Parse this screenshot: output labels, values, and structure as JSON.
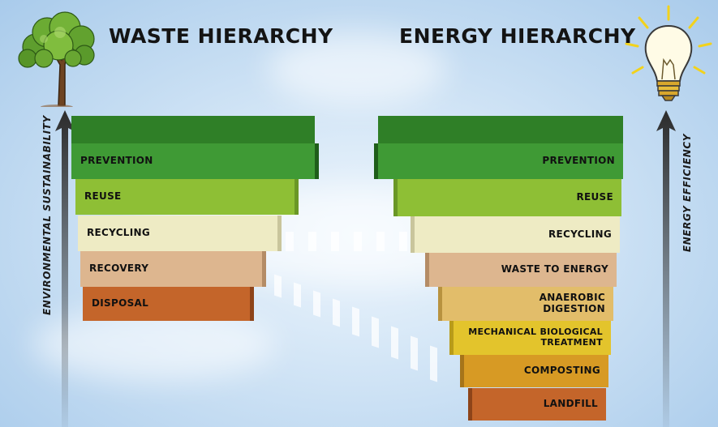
{
  "waste": {
    "title": "WASTE HIERARCHY",
    "axis_label": "ENVIRONMENTAL SUSTAINABILITY",
    "icon": "tree-icon",
    "levels": [
      {
        "label": "PREVENTION",
        "color": "#3f9a35"
      },
      {
        "label": "REUSE",
        "color": "#8ebf35"
      },
      {
        "label": "RECYCLING",
        "color": "#eeebc4"
      },
      {
        "label": "RECOVERY",
        "color": "#ddb68f"
      },
      {
        "label": "DISPOSAL",
        "color": "#c4652a"
      }
    ]
  },
  "energy": {
    "title": "ENERGY HIERARCHY",
    "axis_label": "ENERGY EFFICIENCY",
    "icon": "light-bulb-icon",
    "levels": [
      {
        "label": "PREVENTION",
        "color": "#3f9a35"
      },
      {
        "label": "REUSE",
        "color": "#8ebf35"
      },
      {
        "label": "RECYCLING",
        "color": "#eeebc4"
      },
      {
        "label": "WASTE TO ENERGY",
        "color": "#ddb68f"
      },
      {
        "label": "ANAEROBIC\nDIGESTION",
        "color": "#e2bd6a"
      },
      {
        "label": "MECHANICAL BIOLOGICAL\nTREATMENT",
        "color": "#e3c42c"
      },
      {
        "label": "COMPOSTING",
        "color": "#d79a24"
      },
      {
        "label": "LANDFILL",
        "color": "#c4652a"
      }
    ]
  }
}
